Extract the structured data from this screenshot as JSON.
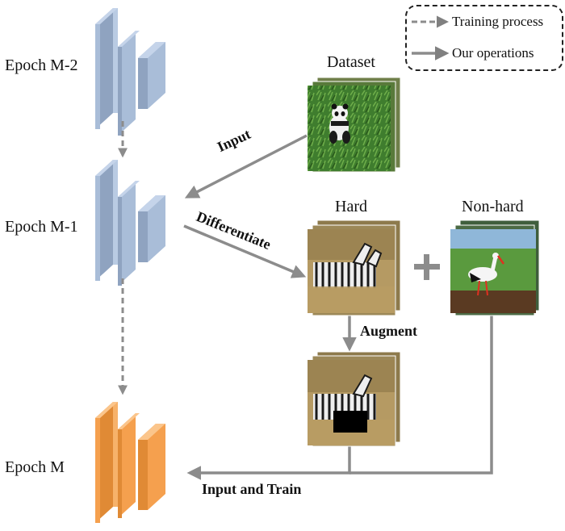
{
  "legend": {
    "training_process": "Training process",
    "our_operations": "Our operations"
  },
  "epochs": {
    "m2": "Epoch M-2",
    "m1": "Epoch M-1",
    "m": "Epoch M"
  },
  "images": {
    "dataset": "Dataset",
    "hard": "Hard",
    "non_hard": "Non-hard"
  },
  "arrows": {
    "input": "Input",
    "differentiate": "Differentiate",
    "augment": "Augment",
    "input_and_train": "Input and Train"
  },
  "plus_sign": "+",
  "colors": {
    "layer_blue": "#a9bdd8",
    "layer_orange": "#f5a04e",
    "arrow_gray": "#8c8c8c"
  }
}
